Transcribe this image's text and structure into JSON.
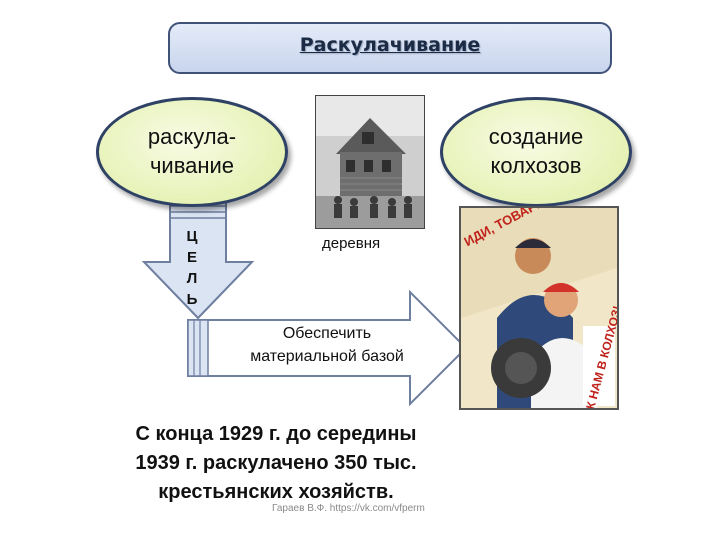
{
  "title": "Раскулачивание",
  "dekulakization": {
    "line1": "раскула-",
    "line2": "чивание"
  },
  "collectivization": {
    "line1": "создание",
    "line2": "колхозов"
  },
  "village_label": "деревня",
  "goal": {
    "letters": [
      "Ц",
      "Е",
      "Л",
      "Ь"
    ]
  },
  "goal_text": {
    "line1": "Обеспечить",
    "line2": "материальной базой"
  },
  "summary": {
    "line1": "С конца 1929 г. до середины",
    "line2": "1939 г. раскулачено 350 тыс.",
    "line3": "крестьянских хозяйств."
  },
  "credit": "Гараев В.Ф. https://vk.com/vfperm",
  "poster_text": {
    "top": "ИДИ, ТОВАРИЩ,",
    "bottom": "К НАМ В КОЛХОЗ!"
  },
  "colors": {
    "ellipse_fill": "#e6f2b6",
    "ellipse_border": "#2f4266",
    "arrow_fill": "#dbe4f3",
    "arrow_border": "#6f7fa0",
    "title_fill": "#c9d5ee"
  }
}
